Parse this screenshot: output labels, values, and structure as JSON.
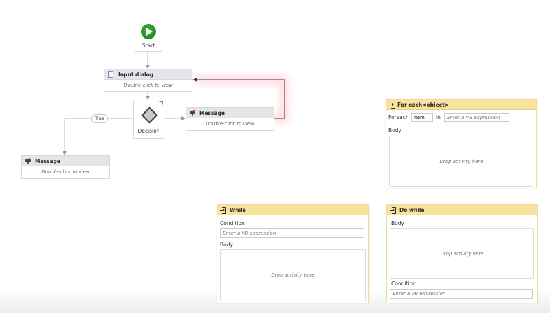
{
  "flowchart": {
    "start": {
      "label": "Start",
      "icon": "play-icon",
      "color": "#228b22"
    },
    "input_dialog": {
      "title": "Input dialog",
      "hint": "Double-click to view",
      "icon": "document-icon"
    },
    "decision": {
      "label": "Decision",
      "icon": "diamond-icon"
    },
    "true_label": "True",
    "message_right": {
      "title": "Message",
      "hint": "Double-click to view",
      "icon": "message-icon"
    },
    "message_left": {
      "title": "Message",
      "hint": "Double-click to view",
      "icon": "message-icon"
    },
    "loop_connector_color": "#8a6f7e",
    "loop_glow_color": "#ff9aa4"
  },
  "for_each": {
    "title": "For each<object>",
    "foreach_label": "Foreach",
    "item_value": "item",
    "in_label": "in",
    "expression_placeholder": "Enter a VB expression",
    "body_label": "Body",
    "drop_hint": "Drop activity here"
  },
  "while": {
    "title": "While",
    "condition_label": "Condition",
    "condition_placeholder": "Enter a VB expression",
    "body_label": "Body",
    "drop_hint": "Drop activity here"
  },
  "do_while": {
    "title": "Do while",
    "body_label": "Body",
    "drop_hint": "Drop activity here",
    "condition_label": "Condition",
    "condition_placeholder": "Enter a VB expression"
  },
  "colors": {
    "container_header": "#f8e39d",
    "activity_header": "#e4e5ea"
  }
}
